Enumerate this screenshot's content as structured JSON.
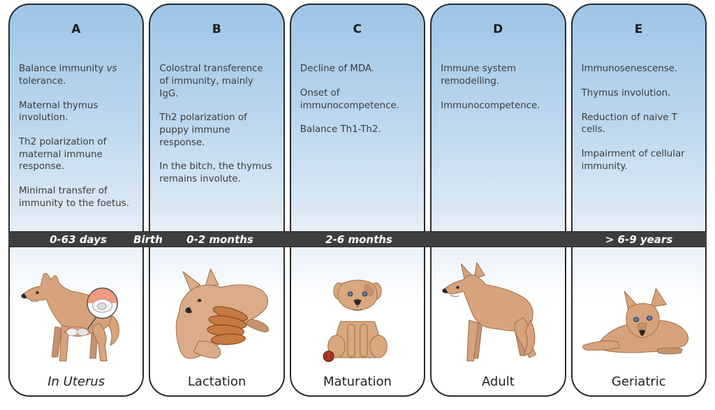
{
  "timeline": {
    "bar_color": "#3e3e3e",
    "labels": [
      {
        "text": "0-63 days"
      },
      {
        "text": "Birth"
      },
      {
        "text": "0-2 months"
      },
      {
        "text": "2-6 months"
      },
      {
        "text": "> 6-9 years"
      }
    ]
  },
  "stages": [
    {
      "letter": "A",
      "notes": [
        "Balance immunity *vs* tolerance.",
        "Maternal thymus involution.",
        "Th2 polarization of maternal immune response.",
        "Minimal transfer of immunity to the foetus."
      ],
      "label": "In Uterus",
      "illustration": "pregnant-dog"
    },
    {
      "letter": "B",
      "notes": [
        "Colostral transference of immunity, mainly IgG.",
        "Th2 polarization of puppy immune response.",
        "In the bitch, the thymus remains involute."
      ],
      "label": "Lactation",
      "illustration": "nursing-dog-with-puppies"
    },
    {
      "letter": "C",
      "notes": [
        "Decline of MDA.",
        "Onset of immunocompetence.",
        "Balance Th1-Th2."
      ],
      "label": "Maturation",
      "illustration": "sitting-puppy-with-ball"
    },
    {
      "letter": "D",
      "notes": [
        "Immune system remodelling.",
        "Immunocompetence."
      ],
      "label": "Adult",
      "illustration": "standing-adult-dog"
    },
    {
      "letter": "E",
      "notes": [
        "Immunosenescense.",
        "Thymus involution.",
        "Reduction of naive T cells.",
        "Impairment of cellular immunity."
      ],
      "label": "Geriatric",
      "illustration": "lying-geriatric-dog"
    }
  ],
  "colors": {
    "panel_top": "#9cc5e7",
    "panel_border": "#2b2b2b",
    "bar": "#3e3e3e",
    "dog_body": "#d7a37d",
    "text": "#3b3b3b"
  }
}
